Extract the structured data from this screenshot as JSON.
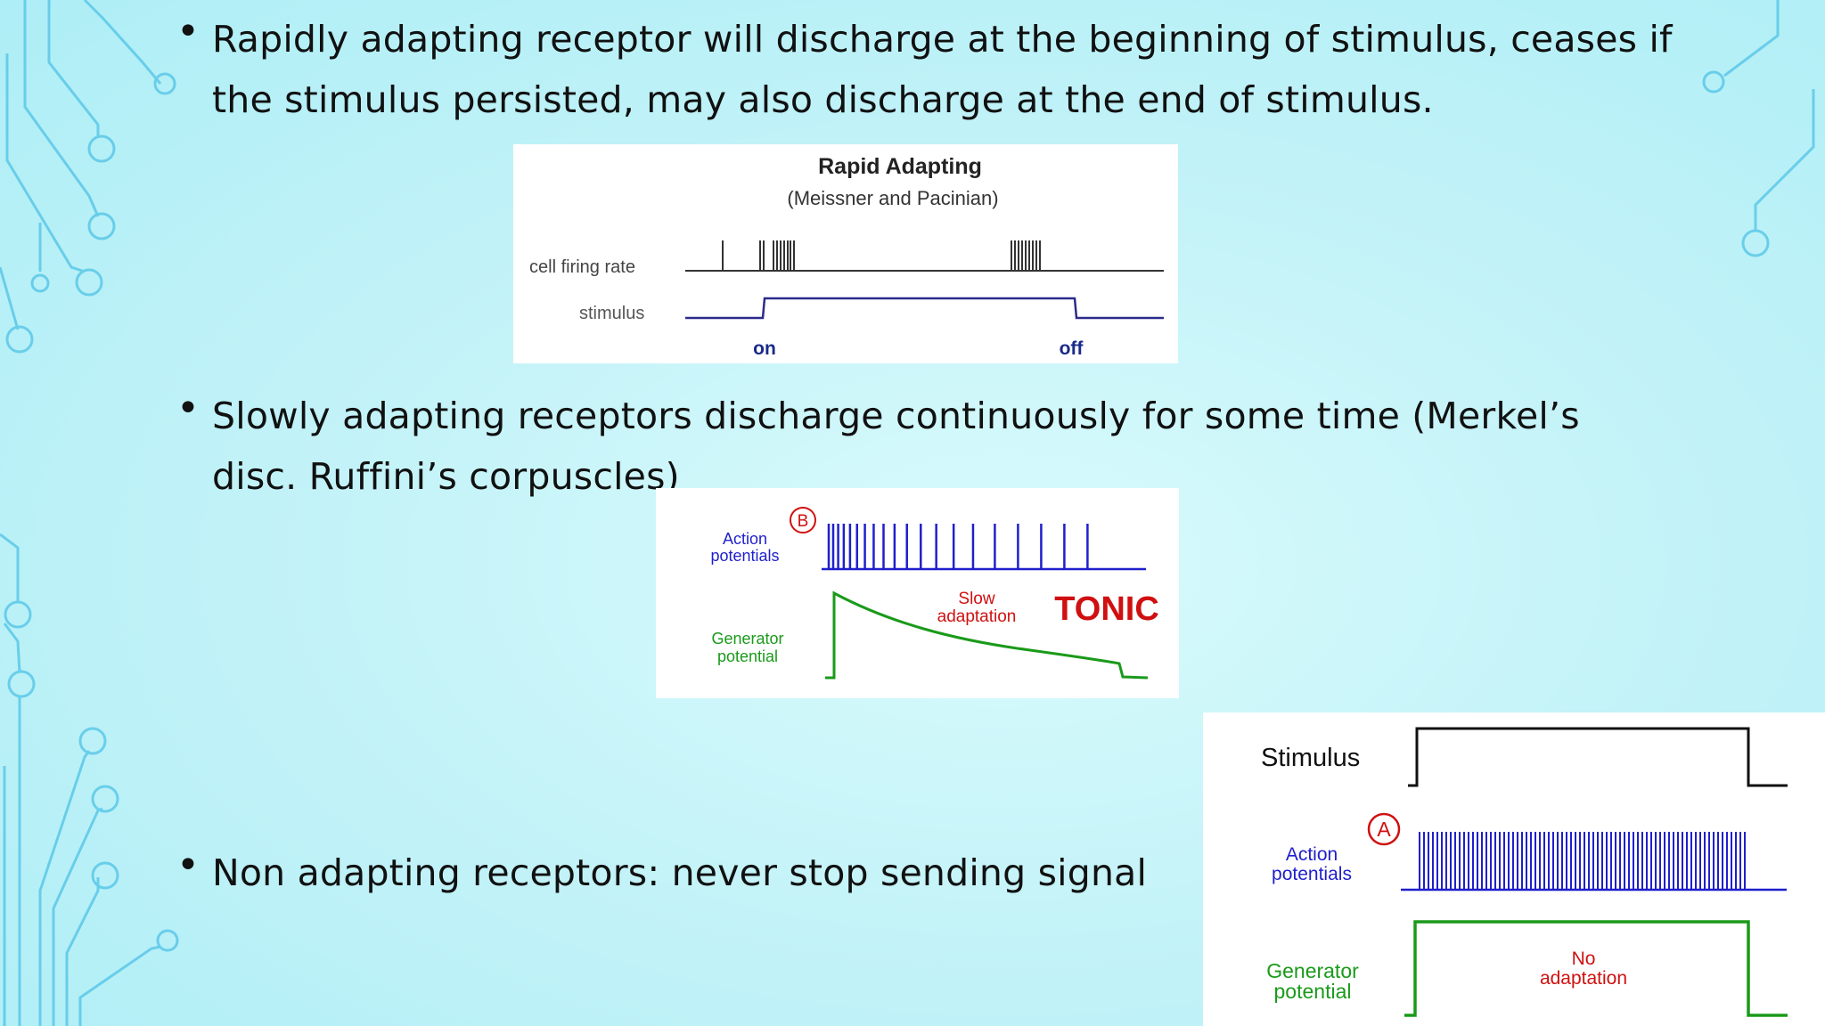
{
  "bullets": [
    "Rapidly adapting receptor will discharge at the beginning of stimulus, ceases if the stimulus persisted, may also discharge at the end of stimulus.",
    "Slowly adapting receptors discharge continuously for some time (Merkel’s disc. Ruffini’s corpuscles)",
    "Non adapting receptors: never stop sending signal"
  ],
  "bullet_glyph": "•",
  "figure_rapid": {
    "title": "Rapid Adapting",
    "subtitle": "(Meissner and Pacinian)",
    "row_firing": "cell firing rate",
    "row_stimulus": "stimulus",
    "label_on": "on",
    "label_off": "off",
    "colors": {
      "firing": "#333333",
      "stimulus": "#2b2b8c",
      "on_off": "#1a2a8a"
    }
  },
  "figure_slow": {
    "panel_letter": "B",
    "action_label": [
      "Action",
      "potentials"
    ],
    "generator_label": [
      "Generator",
      "potential"
    ],
    "annotation": [
      "Slow",
      "adaptation"
    ],
    "badge": "TONIC",
    "colors": {
      "action": "#1f1fcc",
      "generator": "#1a9a1a",
      "annotation": "#d01010",
      "badge": "#d01010"
    }
  },
  "figure_non": {
    "stimulus_label": "Stimulus",
    "panel_letter": "A",
    "action_label": [
      "Action",
      "potentials"
    ],
    "generator_label": [
      "Generator",
      "potential"
    ],
    "annotation": [
      "No",
      "adaptation"
    ],
    "colors": {
      "stimulus": "#111111",
      "action": "#1f1fcc",
      "generator": "#1a9a1a",
      "annotation": "#d01010"
    }
  },
  "colors": {
    "circuit": "#5cc8e8",
    "bullet_text": "#111111"
  }
}
